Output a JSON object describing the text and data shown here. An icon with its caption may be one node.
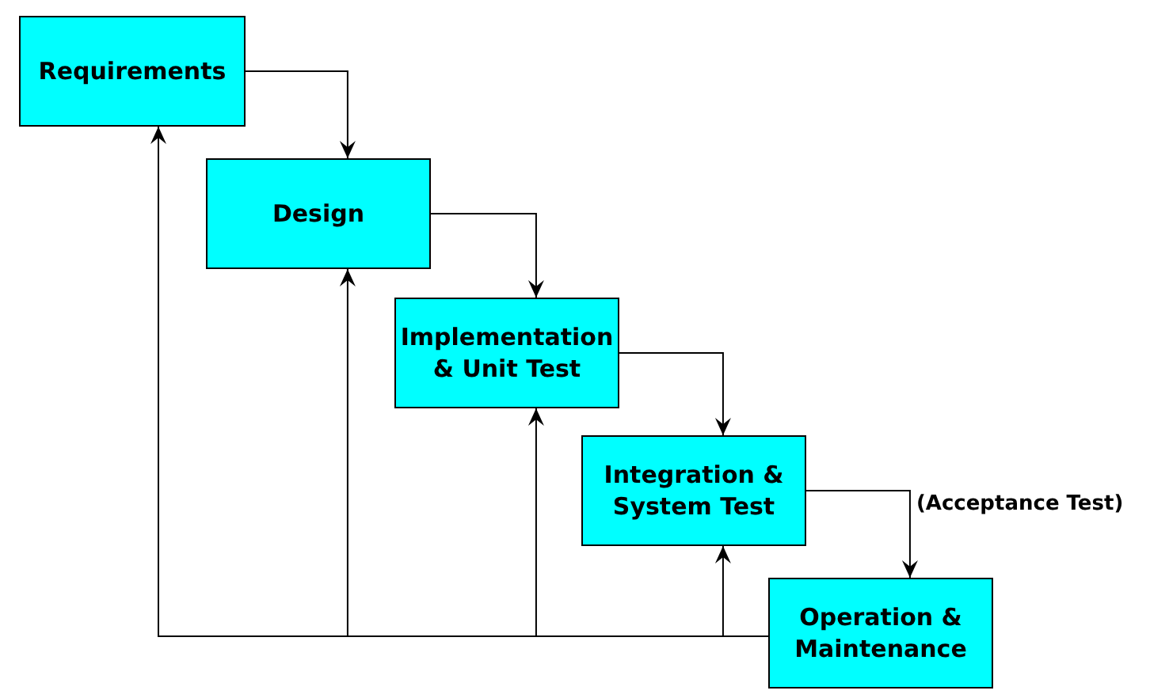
{
  "diagram": {
    "nodes": [
      {
        "text": [
          "Requirements"
        ]
      },
      {
        "text": [
          "Design"
        ]
      },
      {
        "text": [
          "Implementation & Unit Test"
        ]
      },
      {
        "text": [
          "Integration & System Test"
        ]
      },
      {
        "text": [
          "Operation & Maintenance"
        ]
      }
    ],
    "edges": [
      {
        "from": 0,
        "to": 1,
        "arrow": "to"
      },
      {
        "from": 1,
        "to": 2,
        "arrow": "to"
      },
      {
        "from": 2,
        "to": 3,
        "arrow": "to"
      },
      {
        "from": 3,
        "to": 4,
        "arrow": "to",
        "label": "(Acceptance Test)"
      },
      {
        "from": 4,
        "to": 0,
        "arrow": "to"
      },
      {
        "from": 4,
        "to": 1,
        "arrow": "to"
      },
      {
        "from": 4,
        "to": 2,
        "arrow": "to"
      },
      {
        "from": 4,
        "to": 3,
        "arrow": "to"
      }
    ]
  }
}
